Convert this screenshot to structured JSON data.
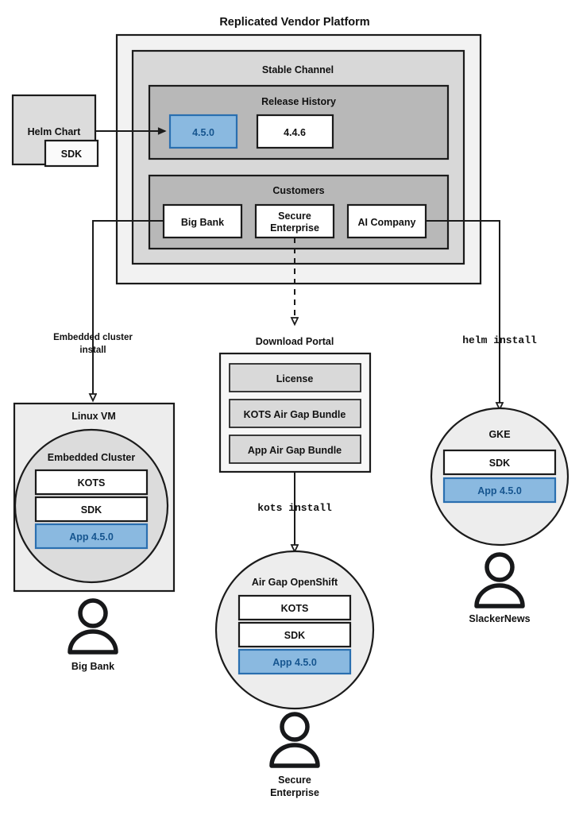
{
  "diagram": {
    "title": "Replicated Vendor Platform",
    "colors": {
      "blue_fill": "#8ab9e0",
      "blue_stroke": "#2a6fb0",
      "blue_text": "#16558f",
      "outer_panel": "#f2f2f2",
      "channel_panel": "#d8d8d8",
      "inner_panel": "#b8b8b8",
      "light_panel": "#ededed",
      "portal_item": "#d9d9d9",
      "stroke": "#1b1b1b"
    },
    "helm_chart": {
      "label": "Helm Chart",
      "sdk_label": "SDK"
    },
    "stable_channel": {
      "label": "Stable Channel",
      "release_history": {
        "label": "Release History",
        "releases": [
          {
            "version": "4.5.0",
            "highlighted": true
          },
          {
            "version": "4.4.6",
            "highlighted": false
          }
        ]
      },
      "customers": {
        "label": "Customers",
        "items": [
          {
            "name": "Big Bank"
          },
          {
            "name": "Secure Enterprise"
          },
          {
            "name": "AI Company"
          }
        ]
      }
    },
    "flows": [
      {
        "label_line1": "Embedded cluster",
        "label_line2": "install",
        "style": "sans"
      },
      {
        "label_line1": "helm install",
        "label_line2": "",
        "style": "mono"
      },
      {
        "label_line1": "kots install",
        "label_line2": "",
        "style": "mono"
      }
    ],
    "download_portal": {
      "label": "Download Portal",
      "items": [
        "License",
        "KOTS Air Gap Bundle",
        "App Air Gap Bundle"
      ]
    },
    "targets": [
      {
        "id": "linux-vm",
        "shape": "rect",
        "label": "Linux VM",
        "inner_label": "Embedded Cluster",
        "components": [
          {
            "name": "KOTS",
            "highlighted": false
          },
          {
            "name": "SDK",
            "highlighted": false
          },
          {
            "name": "App 4.5.0",
            "highlighted": true
          }
        ],
        "customer": "Big Bank"
      },
      {
        "id": "air-gap-openshift",
        "shape": "circle",
        "label": "Air Gap OpenShift",
        "inner_label": "",
        "components": [
          {
            "name": "KOTS",
            "highlighted": false
          },
          {
            "name": "SDK",
            "highlighted": false
          },
          {
            "name": "App 4.5.0",
            "highlighted": true
          }
        ],
        "customer_line1": "Secure",
        "customer_line2": "Enterprise"
      },
      {
        "id": "gke",
        "shape": "circle",
        "label": "GKE",
        "inner_label": "",
        "components": [
          {
            "name": "SDK",
            "highlighted": false
          },
          {
            "name": "App 4.5.0",
            "highlighted": true
          }
        ],
        "customer": "SlackerNews"
      }
    ]
  }
}
